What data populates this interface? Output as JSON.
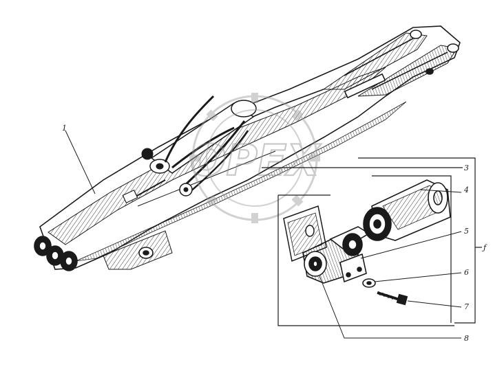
{
  "diagram": {
    "callouts": [
      {
        "id": "c1",
        "label": "1"
      },
      {
        "id": "c3",
        "label": "3"
      },
      {
        "id": "c4",
        "label": "4"
      },
      {
        "id": "c5",
        "label": "5"
      },
      {
        "id": "c6",
        "label": "6"
      },
      {
        "id": "c7",
        "label": "7"
      },
      {
        "id": "c8",
        "label": "8"
      },
      {
        "id": "cG",
        "label": "ƒ"
      }
    ],
    "watermark": {
      "text": "OPEX"
    },
    "colors": {
      "ink": "#1a1a1a",
      "watermark": "#9a9a9a"
    }
  }
}
